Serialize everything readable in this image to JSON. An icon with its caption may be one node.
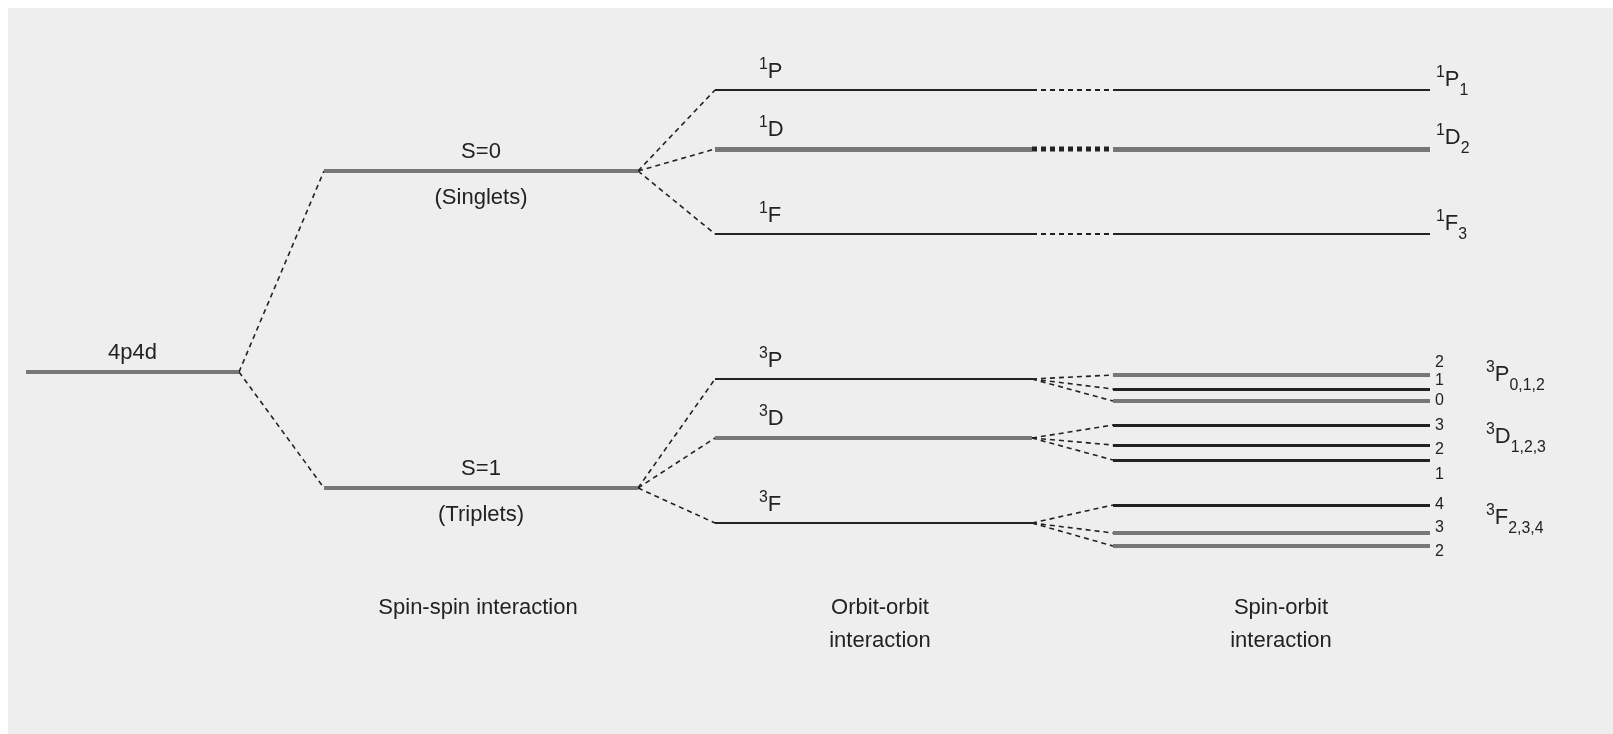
{
  "diagram": {
    "nodes": [
      {
        "text": [
          "4p4d"
        ]
      },
      {
        "text": [
          "S=0",
          "(Singlets)"
        ]
      },
      {
        "text": [
          "S=1",
          "(Triplets)"
        ]
      },
      {
        "text": [
          "$^{1}$P"
        ]
      },
      {
        "text": [
          "$^{1}$D"
        ]
      },
      {
        "text": [
          "$^{1}$F"
        ]
      },
      {
        "text": [
          "$^{3}$P"
        ]
      },
      {
        "text": [
          "$^{3}$D"
        ]
      },
      {
        "text": [
          "$^{3}$F"
        ]
      },
      {
        "text": [
          "$^{1}$P$_{1}$"
        ]
      },
      {
        "text": [
          "$^{1}$D$_{2}$"
        ]
      },
      {
        "text": [
          "$^{1}$F$_{3}$"
        ]
      },
      {
        "text": [
          "2"
        ]
      },
      {
        "text": [
          "1"
        ]
      },
      {
        "text": [
          "0"
        ]
      },
      {
        "text": [
          "3"
        ]
      },
      {
        "text": [
          "2"
        ]
      },
      {
        "text": [
          "1"
        ]
      },
      {
        "text": [
          "4"
        ]
      },
      {
        "text": [
          "3"
        ]
      },
      {
        "text": [
          "2"
        ]
      }
    ],
    "edges": [
      {
        "from": 0,
        "to": 1,
        "arrow": "none"
      },
      {
        "from": 0,
        "to": 2,
        "arrow": "none"
      },
      {
        "from": 1,
        "to": 3,
        "arrow": "none"
      },
      {
        "from": 1,
        "to": 4,
        "arrow": "none"
      },
      {
        "from": 1,
        "to": 5,
        "arrow": "none"
      },
      {
        "from": 2,
        "to": 6,
        "arrow": "none"
      },
      {
        "from": 2,
        "to": 7,
        "arrow": "none"
      },
      {
        "from": 2,
        "to": 8,
        "arrow": "none"
      },
      {
        "from": 3,
        "to": 9,
        "arrow": "none"
      },
      {
        "from": 4,
        "to": 10,
        "arrow": "none"
      },
      {
        "from": 5,
        "to": 11,
        "arrow": "none"
      },
      {
        "from": 6,
        "to": 12,
        "arrow": "none"
      },
      {
        "from": 6,
        "to": 13,
        "arrow": "none"
      },
      {
        "from": 6,
        "to": 14,
        "arrow": "none"
      },
      {
        "from": 7,
        "to": 15,
        "arrow": "none"
      },
      {
        "from": 7,
        "to": 16,
        "arrow": "none"
      },
      {
        "from": 7,
        "to": 17,
        "arrow": "none"
      },
      {
        "from": 8,
        "to": 18,
        "arrow": "none"
      },
      {
        "from": 8,
        "to": 19,
        "arrow": "none"
      },
      {
        "from": 8,
        "to": 20,
        "arrow": "none"
      }
    ],
    "labels": [
      "$^{3}$P$_{0,1,2}$",
      "$^{3}$D$_{1,2,3}$",
      "$^{3}$F$_{2,3,4}$",
      "Spin-spin interaction",
      "Orbit-orbit interaction",
      "Spin-orbit interaction"
    ]
  }
}
